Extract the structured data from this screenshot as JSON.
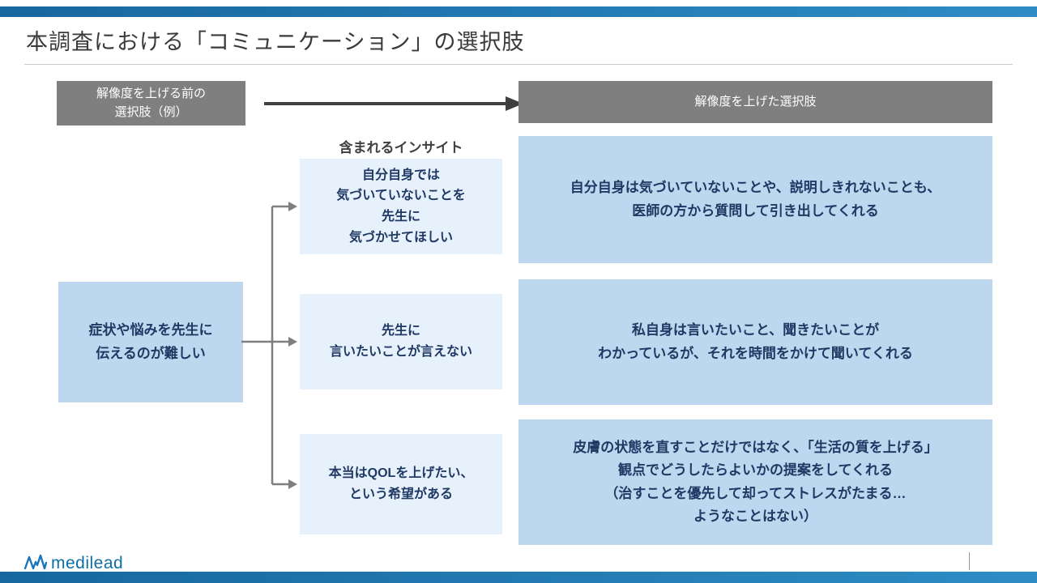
{
  "slide": {
    "title": "本調査における「コミュニケーション」の選択肢",
    "flow": {
      "before_header": "解像度を上げる前の\n選択肢（例）",
      "after_header": "解像度を上げた選択肢",
      "insight_label": "含まれるインサイト",
      "source_option": "症状や悩みを先生に\n伝えるのが難しい",
      "insights": [
        "自分自身では\n気づいていないことを\n先生に\n気づかせてほしい",
        "先生に\n言いたいことが言えない",
        "本当はQOLを上げたい、\nという希望がある"
      ],
      "refined_options": [
        "自分自身は気づいていないことや、説明しきれないことも、\n医師の方から質問して引き出してくれる",
        "私自身は言いたいこと、聞きたいことが\nわかっているが、それを時間をかけて聞いてくれる",
        "皮膚の状態を直すことだけではなく、「生活の質を上げる」\n観点でどうしたらよいかの提案をしてくれる\n（治すことを優先して却ってストレスがたまる…\nようなことはない）"
      ]
    },
    "footer": {
      "logo_text": "medilead"
    },
    "colors": {
      "accent_bar": "#1E74AE",
      "header_gray": "#7F7F7F",
      "box_blue": "#BDD7EE",
      "box_pale_blue": "#E7F1FB",
      "text_navy": "#1F3864",
      "connector_gray": "#7F7F7F",
      "arrow_dark": "#3F3F3F",
      "logo_blue": "#0D6FA5"
    }
  }
}
